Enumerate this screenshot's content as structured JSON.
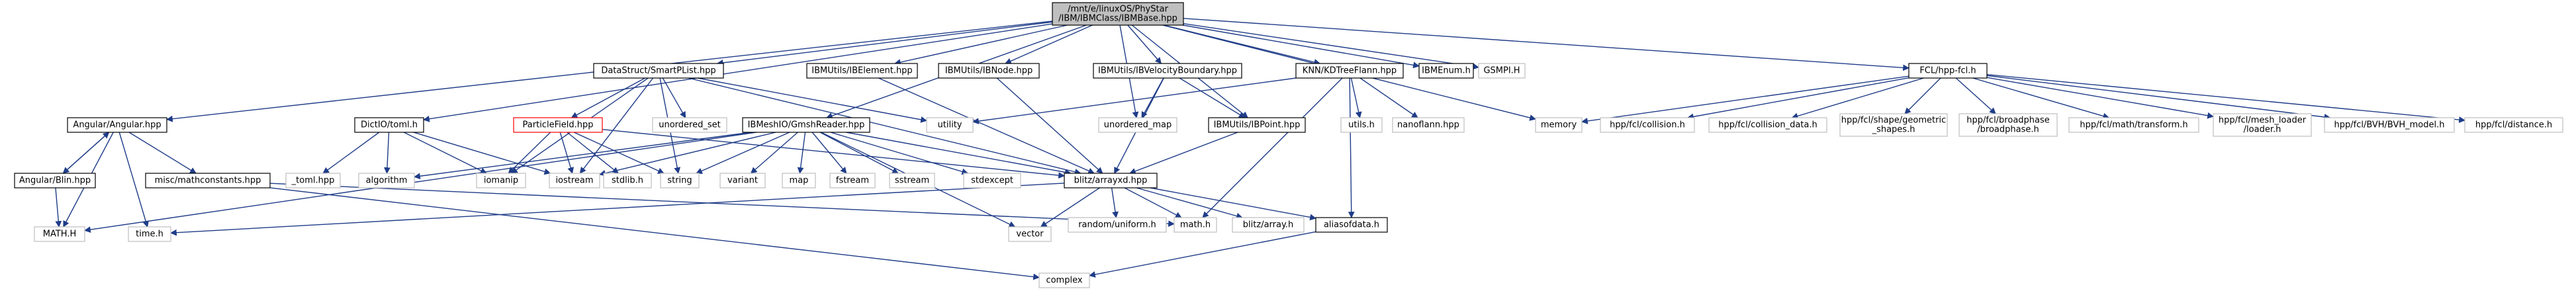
{
  "graph": {
    "colors": {
      "edge": "#1f3c88",
      "root_fill": "#bfbfbf",
      "doc_stroke": "#000000",
      "ext_stroke": "#bfbfbf",
      "missing_stroke": "#ff0000",
      "text": "#000000"
    },
    "nodes": {
      "root": [
        "/mnt/e/linuxOS/PhyStar",
        "/IBM/IBMClass/IBMBase.hpp"
      ],
      "angular": [
        "Angular/Angular.hpp"
      ],
      "dictio_toml": [
        "DictIO/toml.h"
      ],
      "smartplist": [
        "DataStruct/SmartPList.hpp"
      ],
      "gmshreader": [
        "IBMeshIO/GmshReader.hpp"
      ],
      "ibmelement": [
        "IBMUtils/IBElement.hpp"
      ],
      "ibnode": [
        "IBMUtils/IBNode.hpp"
      ],
      "ibvelocity": [
        "IBMUtils/IBVelocityBoundary.hpp"
      ],
      "kdtree": [
        "KNN/KDTreeFlann.hpp"
      ],
      "ibmenum": [
        "IBMEnum.h"
      ],
      "gsmpi": [
        "GSMPI.H"
      ],
      "fcl": [
        "FCL/hpp-fcl.h"
      ],
      "angularblin": [
        "Angular/Blin.hpp"
      ],
      "mathconstants": [
        "misc/mathconstants.hpp"
      ],
      "particlefield": [
        "ParticleField.hpp"
      ],
      "ibpoint": [
        "IBMUtils/IBPoint.hpp"
      ],
      "blitz_arrayxd": [
        "blitz/arrayxd.hpp"
      ],
      "aliasofdata": [
        "aliasofdata.h"
      ],
      "unordered_set": [
        "unordered_set"
      ],
      "utility": [
        "utility"
      ],
      "unordered_map": [
        "unordered_map"
      ],
      "memory": [
        "memory"
      ],
      "utils_h": [
        "utils.h"
      ],
      "nanoflann": [
        "nanoflann.hpp"
      ],
      "fcl_collision": [
        "hpp/fcl/collision.h"
      ],
      "fcl_collision_data": [
        "hpp/fcl/collision_data.h"
      ],
      "fcl_shape": [
        "hpp/fcl/shape/geometric",
        "_shapes.h"
      ],
      "fcl_broadphase": [
        "hpp/fcl/broadphase",
        "/broadphase.h"
      ],
      "fcl_transform": [
        "hpp/fcl/math/transform.h"
      ],
      "fcl_mesh_loader": [
        "hpp/fcl/mesh_loader",
        "/loader.h"
      ],
      "fcl_bvh": [
        "hpp/fcl/BVH/BVH_model.h"
      ],
      "fcl_distance": [
        "hpp/fcl/distance.h"
      ],
      "toml_hpp": [
        "_toml.hpp"
      ],
      "algorithm": [
        "algorithm"
      ],
      "iomanip": [
        "iomanip"
      ],
      "iostream": [
        "iostream"
      ],
      "stdlib": [
        "stdlib.h"
      ],
      "string": [
        "string"
      ],
      "variant": [
        "variant"
      ],
      "map": [
        "map"
      ],
      "fstream": [
        "fstream"
      ],
      "sstream": [
        "sstream"
      ],
      "stdexcept": [
        "stdexcept"
      ],
      "math_H": [
        "MATH.H"
      ],
      "time_h": [
        "time.h"
      ],
      "vector": [
        "vector"
      ],
      "random_uniform": [
        "random/uniform.h"
      ],
      "math_h": [
        "math.h"
      ],
      "blitz_array": [
        "blitz/array.h"
      ],
      "complex": [
        "complex"
      ]
    }
  }
}
